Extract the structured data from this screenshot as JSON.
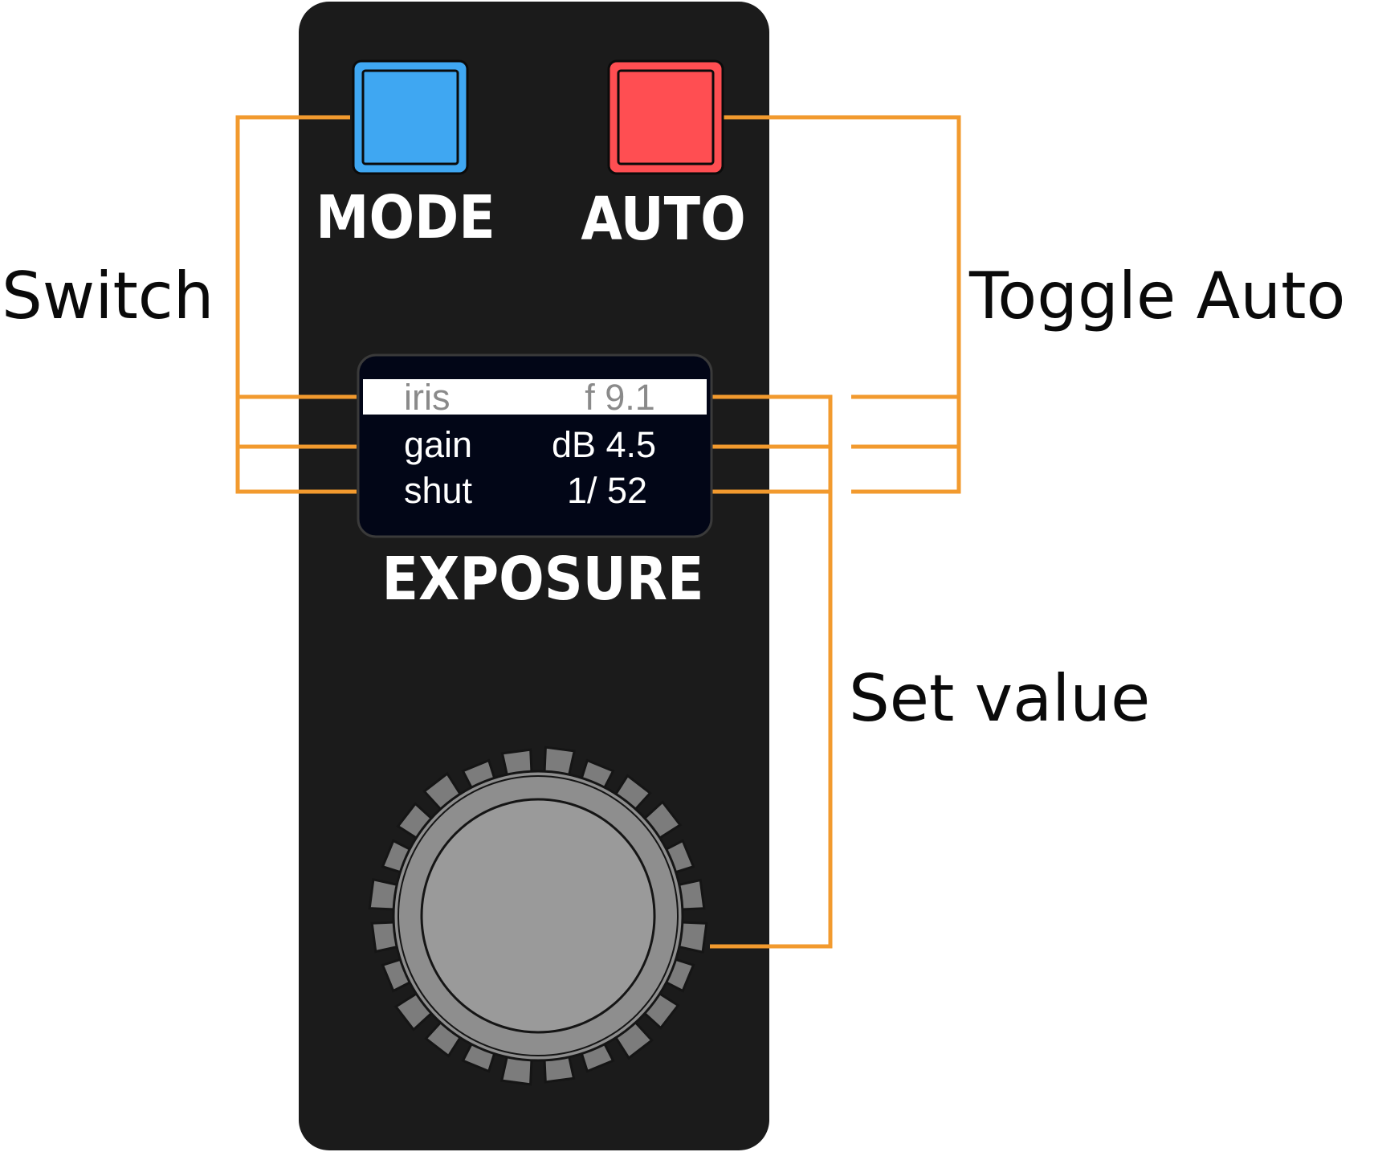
{
  "colors": {
    "panel": "#1b1b1b",
    "mode_button": "#3fa7f2",
    "auto_button": "#ff4e52",
    "connector": "#f29a2e",
    "display_bg": "#020617",
    "selected_row_bg": "#ffffff",
    "selected_row_text": "#8a8a8a",
    "row_text": "#ffffff",
    "knob": "#9a9a9a"
  },
  "buttons": {
    "mode_label": "MODE",
    "auto_label": "AUTO"
  },
  "callouts": {
    "switch": "Switch",
    "toggle_auto": "Toggle Auto",
    "set_value": "Set value"
  },
  "display": {
    "selected_row": 0,
    "rows": [
      {
        "name": "iris",
        "value": "f 9.1"
      },
      {
        "name": "gain",
        "value": "dB 4.5"
      },
      {
        "name": "shut",
        "value": "1/ 52"
      }
    ]
  },
  "section_label": "EXPOSURE"
}
